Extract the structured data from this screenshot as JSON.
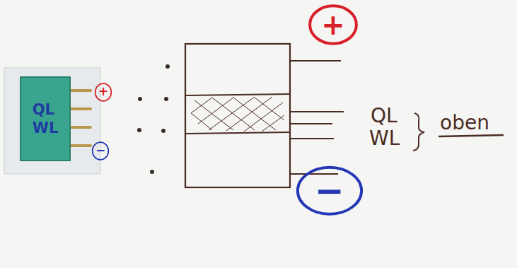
{
  "diagram": {
    "nodes": [
      {
        "text": [
          "QL WL"
        ]
      },
      {
        "text": [
          "+"
        ]
      },
      {
        "text": [
          "−"
        ]
      },
      {
        "text": [
          "+"
        ]
      },
      {
        "text": [
          "−"
        ]
      }
    ],
    "labels": [
      "QL",
      "WL",
      "oben"
    ]
  }
}
